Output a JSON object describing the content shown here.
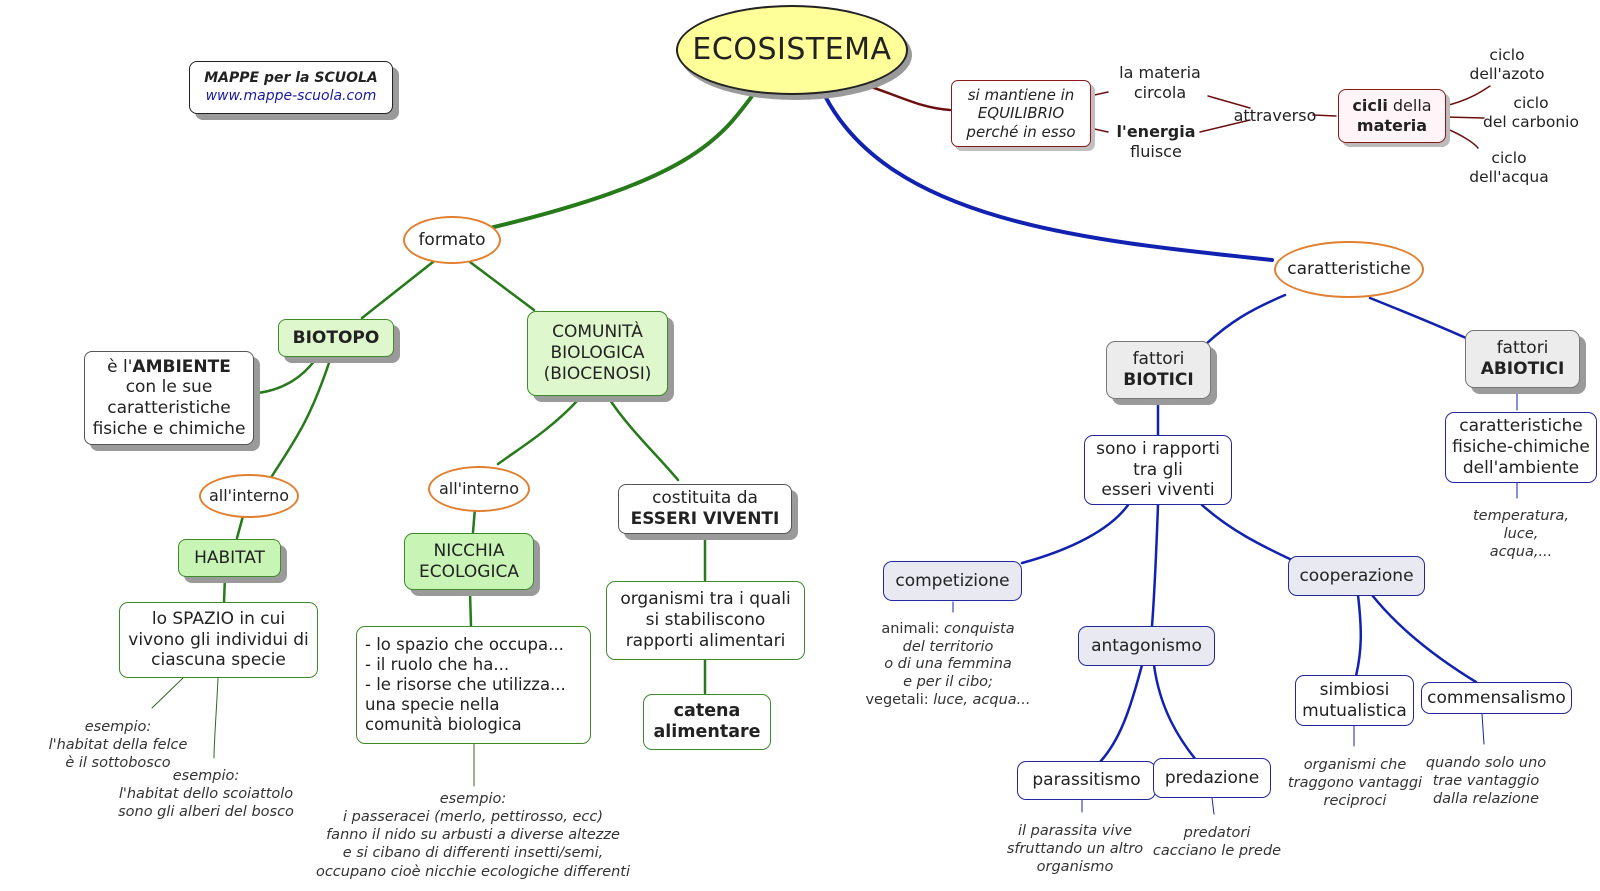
{
  "branding": {
    "title": "MAPPE per la SCUOLA",
    "url": "www.mappe-scuola.com"
  },
  "root": "ECOSISTEMA",
  "equilibrio": {
    "text": "si mantiene in\nEQUILIBRIO\nperché in esso",
    "materia_bold": "la materia",
    "materia_rest": "circola",
    "energia_bold": "l'energia",
    "energia_rest": "fluisce",
    "attraverso": "attraverso",
    "cicli_a": "cicli",
    "cicli_b": " della",
    "cicli_c": "materia",
    "azoto": "ciclo\ndell'azoto",
    "carbonio": "ciclo\ndel carbonio",
    "acqua": "ciclo\ndell'acqua"
  },
  "formato": {
    "label": "formato",
    "biotopo": "BIOTOPO",
    "ambiente_a": "è l'",
    "ambiente_b": "AMBIENTE",
    "ambiente_c": "con le sue\ncaratteristiche\nfisiche e chimiche",
    "interno1": "all'interno",
    "habitat": "HABITAT",
    "spazio": "lo SPAZIO  in cui\nvivono gli individui di\nciascuna specie",
    "es_felce": "esempio:\nl'habitat della felce\nè il sottobosco",
    "es_scoiattolo": "esempio:\nl'habitat dello scoiattolo\nsono gli alberi del bosco",
    "comunita": "COMUNITÀ\nBIOLOGICA\n(BIOCENOSI)",
    "interno2": "all'interno",
    "nicchia": "NICCHIA\nECOLOGICA",
    "nicchia_desc": "- lo spazio che occupa...\n- il ruolo che ha...\n- le risorse che utilizza...\nuna specie nella\n comunità biologica",
    "es_passeracei": "esempio:\ni passeracei (merlo, pettirosso, ecc)\nfanno il nido su arbusti a diverse altezze\ne si cibano di differenti insetti/semi,\noccupano cioè nicchie ecologiche differenti",
    "costituita_a": "costituita da",
    "costituita_b": "ESSERI VIVENTI",
    "organismi": "organismi tra i quali\nsi stabiliscono\nrapporti alimentari",
    "catena": "catena\nalimentare"
  },
  "caratteristiche": {
    "label": "caratteristiche",
    "biotici_a": "fattori",
    "biotici_b": "BIOTICI",
    "rapporti": "sono i rapporti\ntra gli\nesseri viventi",
    "competizione": "competizione",
    "comp_note": [
      {
        "normal": "animali: ",
        "italic": "conquista"
      },
      {
        "normal": "",
        "italic": "del territorio"
      },
      {
        "normal": "",
        "italic": "o di una femmina"
      },
      {
        "normal": "",
        "italic": "e per il cibo;"
      },
      {
        "normal": "vegetali: ",
        "italic": "luce, acqua..."
      }
    ],
    "antagonismo": "antagonismo",
    "parassitismo": "parassitismo",
    "parass_note": "il parassita vive\nsfruttando un altro\norganismo",
    "predazione": "predazione",
    "pred_note": "predatori\ncacciano le prede",
    "cooperazione": "cooperazione",
    "simbiosi": "simbiosi\nmutualistica",
    "simb_note": "organismi che\ntraggono vantaggi\nreciproci",
    "commensalismo": "commensalismo",
    "comm_note": "quando solo uno\ntrae vantaggio\ndalla relazione",
    "abiotici_a": "fattori",
    "abiotici_b": "ABIOTICI",
    "chimiche": "caratteristiche\nfisiche-chimiche\ndell'ambiente",
    "chim_note": "temperatura,\nluce,\nacqua,..."
  },
  "colors": {
    "green": "#267a1a",
    "blue": "#1122b0",
    "brown": "#6b1010",
    "orange": "#e08030"
  }
}
